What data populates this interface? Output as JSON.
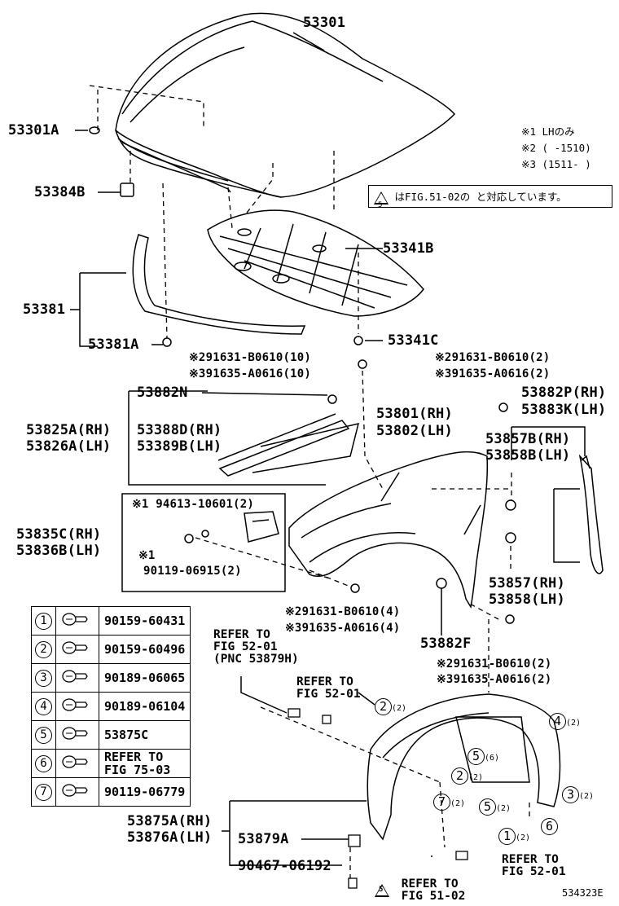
{
  "parts": {
    "hood": "53301",
    "hood_a": "53301A",
    "cushion": "53384B",
    "seal": "53381",
    "seal_clip": "53381A",
    "insulator": "53341B",
    "insulator_clip": "53341C",
    "seal_n": "53882N",
    "seal_rh1": "53825A(RH)",
    "seal_lh1": "53826A(LH)",
    "seal_rh2": "53388D(RH)",
    "seal_lh2": "53389B(LH)",
    "fender_rh": "53801(RH)",
    "fender_lh": "53802(LH)",
    "p_rh": "53882P(RH)",
    "k_lh": "53883K(LH)",
    "b_rh": "53857B(RH)",
    "b_lh": "53858B(LH)",
    "c_rh": "53835C(RH)",
    "c_lh": "53836B(LH)",
    "r57": "53857(RH)",
    "l58": "53858(LH)",
    "f": "53882F",
    "liner_rh": "53875A(RH)",
    "liner_lh": "53876A(LH)",
    "liner_a": "53879A",
    "bolt": "90467-06192",
    "bolt_a": "91631-B0610(10)",
    "bolt_b": "91635-A0616(10)",
    "bolt_c": "91631-B0610(2)",
    "bolt_d": "91635-A0616(2)",
    "bolt_e": "94613-10601(2)",
    "bolt_f": "90119-06915(2)",
    "bolt_g": "91631-B0610(4)",
    "bolt_h": "91635-A0616(4)",
    "bolt_i": "91631-B0610(2)",
    "bolt_j": "91635-A0616(2)",
    "ref_mark2": "※2",
    "ref_mark3": "※3",
    "ref_mark1": "※1"
  },
  "notes": {
    "n1": "※1 LHのみ",
    "n2": "※2 (      -1510)",
    "n3": "※3 (1511-      )",
    "box": "はFIG.51-02の    と対応しています。",
    "box_num": "5"
  },
  "refs": {
    "r1a": "REFER TO",
    "r1b": "FIG 52-01",
    "r1c": "(PNC 53879H)",
    "r2a": "REFER TO",
    "r2b": "FIG 52-01",
    "r3a": "REFER TO",
    "r3b": "FIG 52-01",
    "r4a": "REFER TO",
    "r4b": "FIG 51-02",
    "r4n": "5"
  },
  "callouts": {
    "c2a": "2",
    "c2a_q": "(2)",
    "c4": "4",
    "c4_q": "(2)",
    "c5a": "5",
    "c5a_q": "(6)",
    "c2b": "2",
    "c2b_q": "(2)",
    "c5b": "5",
    "c5b_q": "(2)",
    "c3": "3",
    "c3_q": "(2)",
    "c7": "7",
    "c7_q": "(2)",
    "c1": "1",
    "c1_q": "(2)",
    "c6": "6"
  },
  "legend": [
    {
      "n": "1",
      "icon": "clip-icon",
      "part": "90159-60431"
    },
    {
      "n": "2",
      "icon": "clip-icon",
      "part": "90159-60496"
    },
    {
      "n": "3",
      "icon": "clip-icon",
      "part": "90189-06065"
    },
    {
      "n": "4",
      "icon": "clip-icon",
      "part": "90189-06104"
    },
    {
      "n": "5",
      "icon": "clip-icon",
      "part": "53875C"
    },
    {
      "n": "6",
      "icon": "clip-icon",
      "part": "REFER TO",
      "part2": "FIG 75-03"
    },
    {
      "n": "7",
      "icon": "screw-icon",
      "part": "90119-06779"
    }
  ],
  "drawing_id": "534323E"
}
